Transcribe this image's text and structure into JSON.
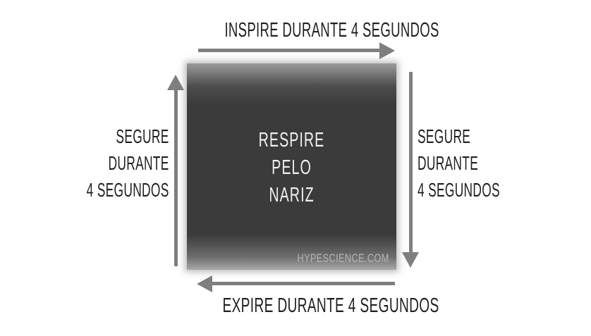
{
  "instructions": {
    "top": {
      "label": "INSPIRE DURANTE 4 SEGUNDOS",
      "arrow_direction": "right"
    },
    "bottom": {
      "label": "EXPIRE DURANTE 4 SEGUNDOS",
      "arrow_direction": "left"
    },
    "left": {
      "lines": [
        "SEGURE",
        "DURANTE",
        "4 SEGUNDOS"
      ],
      "arrow_direction": "up"
    },
    "right": {
      "lines": [
        "SEGURE",
        "DURANTE",
        "4 SEGUNDOS"
      ],
      "arrow_direction": "down"
    }
  },
  "center_box": {
    "lines": [
      "RESPIRE",
      "PELO",
      "NARIZ"
    ],
    "watermark": "HYPESCIENCE.COM"
  },
  "colors": {
    "background": "#ffffff",
    "label_text": "#1f1f1f",
    "arrow": "#7f7f7f",
    "box_fill": "#3b3b3b",
    "box_text": "#f0f0f0",
    "watermark_text": "#b5b5b5"
  }
}
